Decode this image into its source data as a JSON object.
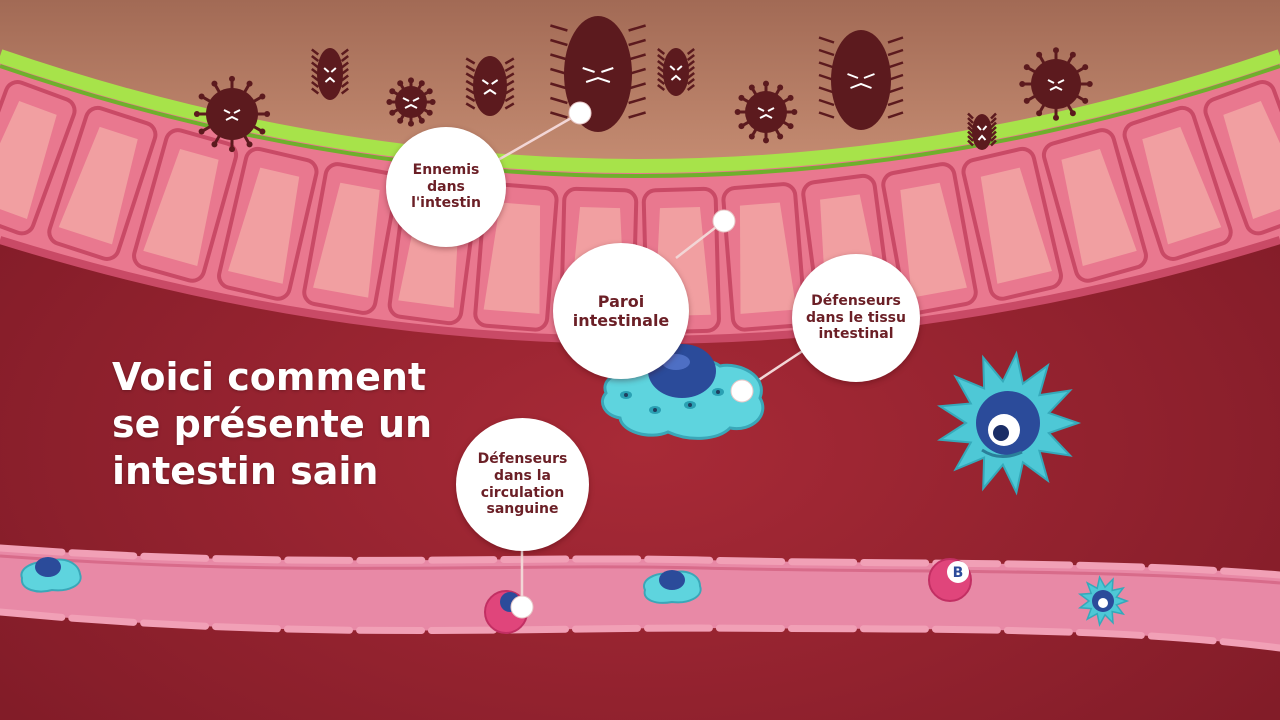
{
  "headline": "Voici comment\nse présente un\nintestin sain",
  "labels": {
    "enemies": "Ennemis\ndans\nl'intestin",
    "wall": "Paroi\nintestinale",
    "tissue_defenders": "Défenseurs\ndans le tissu\nintestinal",
    "blood_defenders": "Défenseurs\ndans la\ncirculation\nsanguine"
  },
  "cell_badges": {
    "b_cell": "B"
  },
  "colors": {
    "lumen": "#b5775f",
    "mucus_layer": "#a7e34a",
    "epithelium": "#e9788f",
    "cell_core": "#f2a3a3",
    "tissue": "#8e1f2c",
    "vessel": "#e889a6",
    "bacteria": "#5c1a1e",
    "macrophage": "#5ed4de",
    "nucleus": "#2b4b9a",
    "label_text": "#6b1f26"
  }
}
